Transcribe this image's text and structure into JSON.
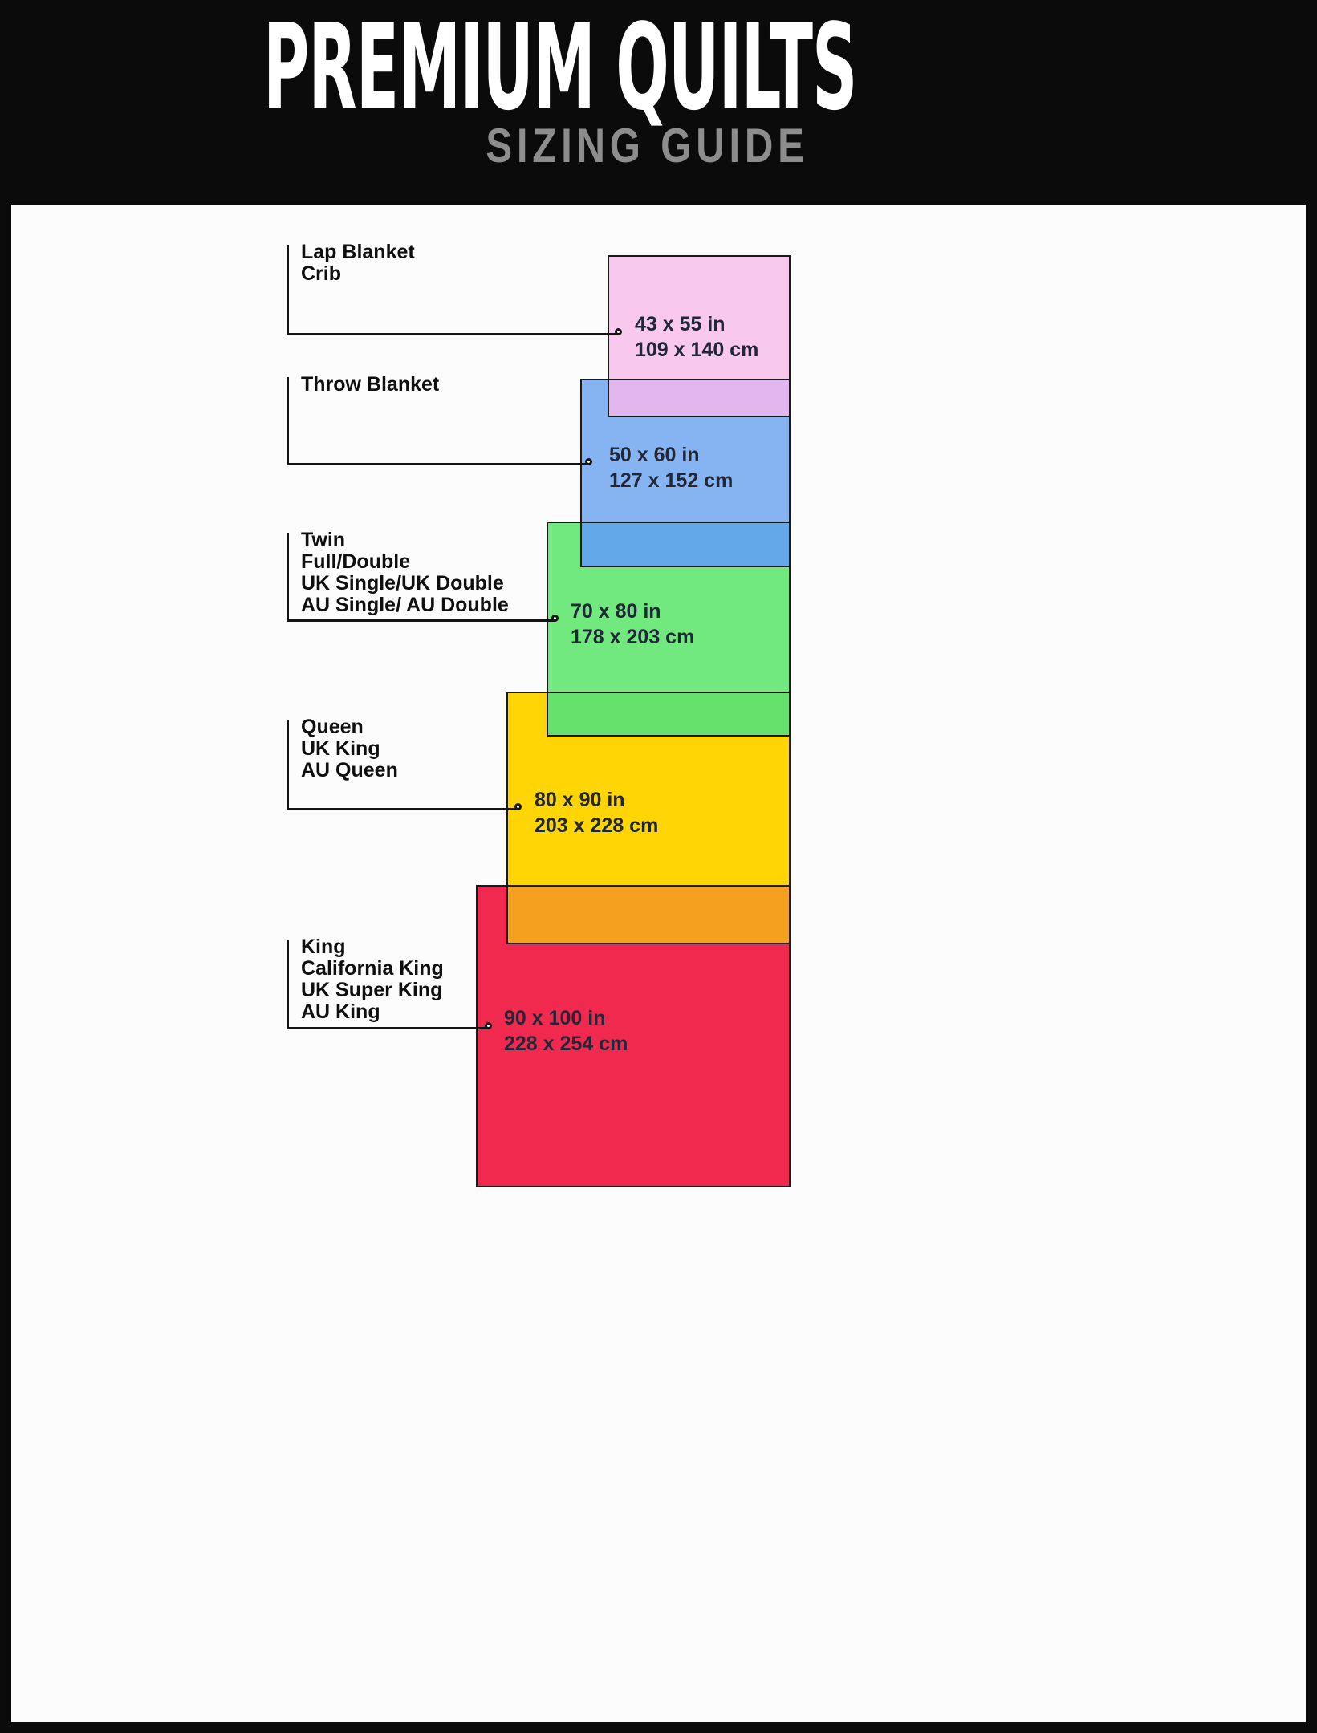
{
  "header": {
    "title": "PREMIUM QUILTS",
    "subtitle": "SIZING GUIDE"
  },
  "colors": {
    "pink": "#f9c8ee",
    "pink_over_blue": "#e4b6f0",
    "blue": "#86b3f1",
    "blue_over_green": "#63a8e8",
    "green": "#71e97e",
    "green_over_yellow": "#66e26c",
    "yellow": "#ffd506",
    "yellow_over_red": "#f5a01f",
    "red": "#f2294e"
  },
  "sizes": [
    {
      "name": "Lap Blanket\nCrib",
      "inches": "43 x 55 in",
      "cm": "109 x 140 cm"
    },
    {
      "name": "Throw Blanket",
      "inches": "50 x 60 in",
      "cm": "127 x 152 cm"
    },
    {
      "name": "Twin\nFull/Double\nUK Single/UK Double\nAU Single/ AU Double",
      "inches": "70 x 80 in",
      "cm": "178 x 203 cm"
    },
    {
      "name": "Queen\nUK King\nAU Queen",
      "inches": "80 x 90 in",
      "cm": "203 x 228 cm"
    },
    {
      "name": "King\nCalifornia King\nUK Super King\nAU King",
      "inches": "90 x 100 in",
      "cm": "228 x 254 cm"
    }
  ]
}
